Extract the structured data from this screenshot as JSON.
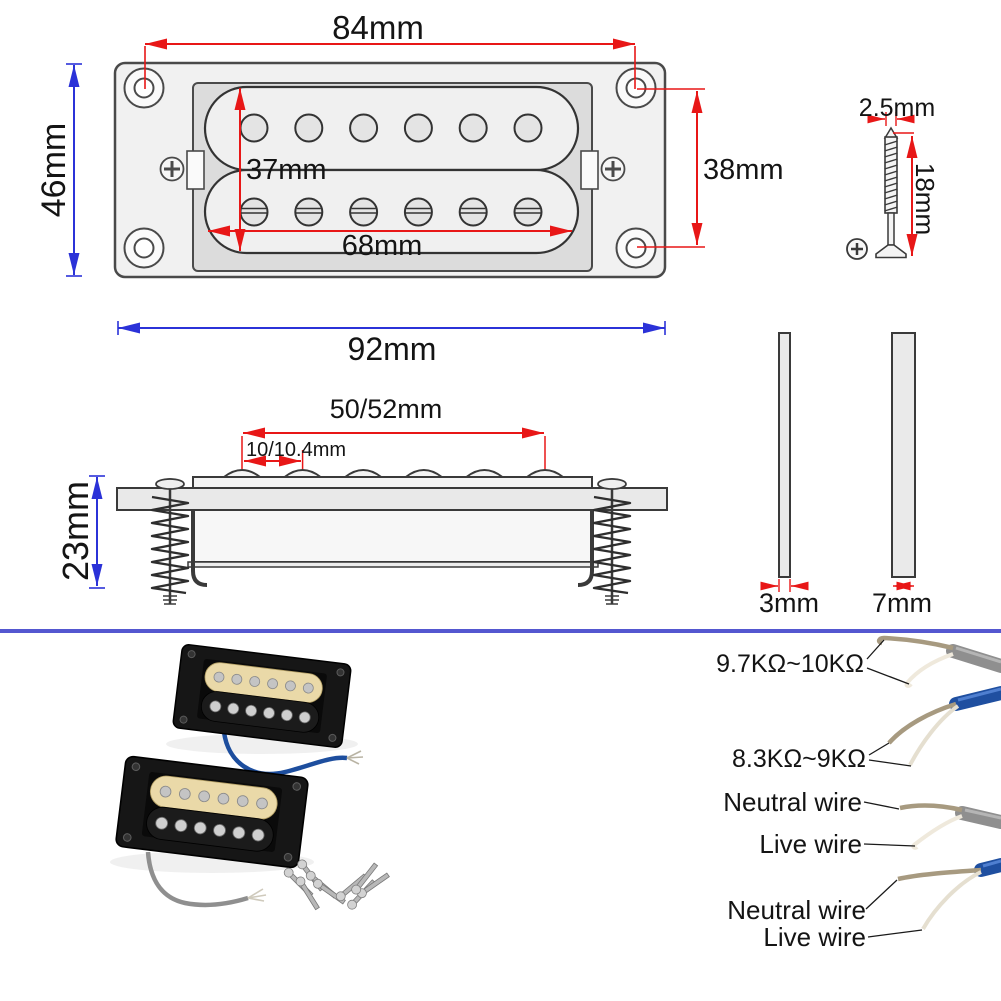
{
  "top_view": {
    "hole_span_width": "84mm",
    "frame_height": "46mm",
    "bobbin_width": "37mm",
    "pole_span": "68mm",
    "hole_span_height": "38mm"
  },
  "mount_screw": {
    "diameter": "2.5mm",
    "length": "18mm"
  },
  "side_view": {
    "frame_width": "92mm",
    "pole_spread": "50/52mm",
    "pole_pitch": "10/10.4mm",
    "height": "23mm"
  },
  "frame_thickness": {
    "thin": "3mm",
    "thick": "7mm"
  },
  "wiring": {
    "resistance_bridge": "9.7KΩ~10KΩ",
    "resistance_neck": "8.3KΩ~9KΩ",
    "pair1": {
      "neutral": "Neutral wire",
      "live": "Live wire"
    },
    "pair2": {
      "neutral": "Neutral wire",
      "live": "Live wire"
    }
  },
  "colors": {
    "dimension_red": "#e81717",
    "dimension_blue": "#2b32d8",
    "divider_blue": "#5457d0",
    "line_art": "#3a3a3a"
  }
}
